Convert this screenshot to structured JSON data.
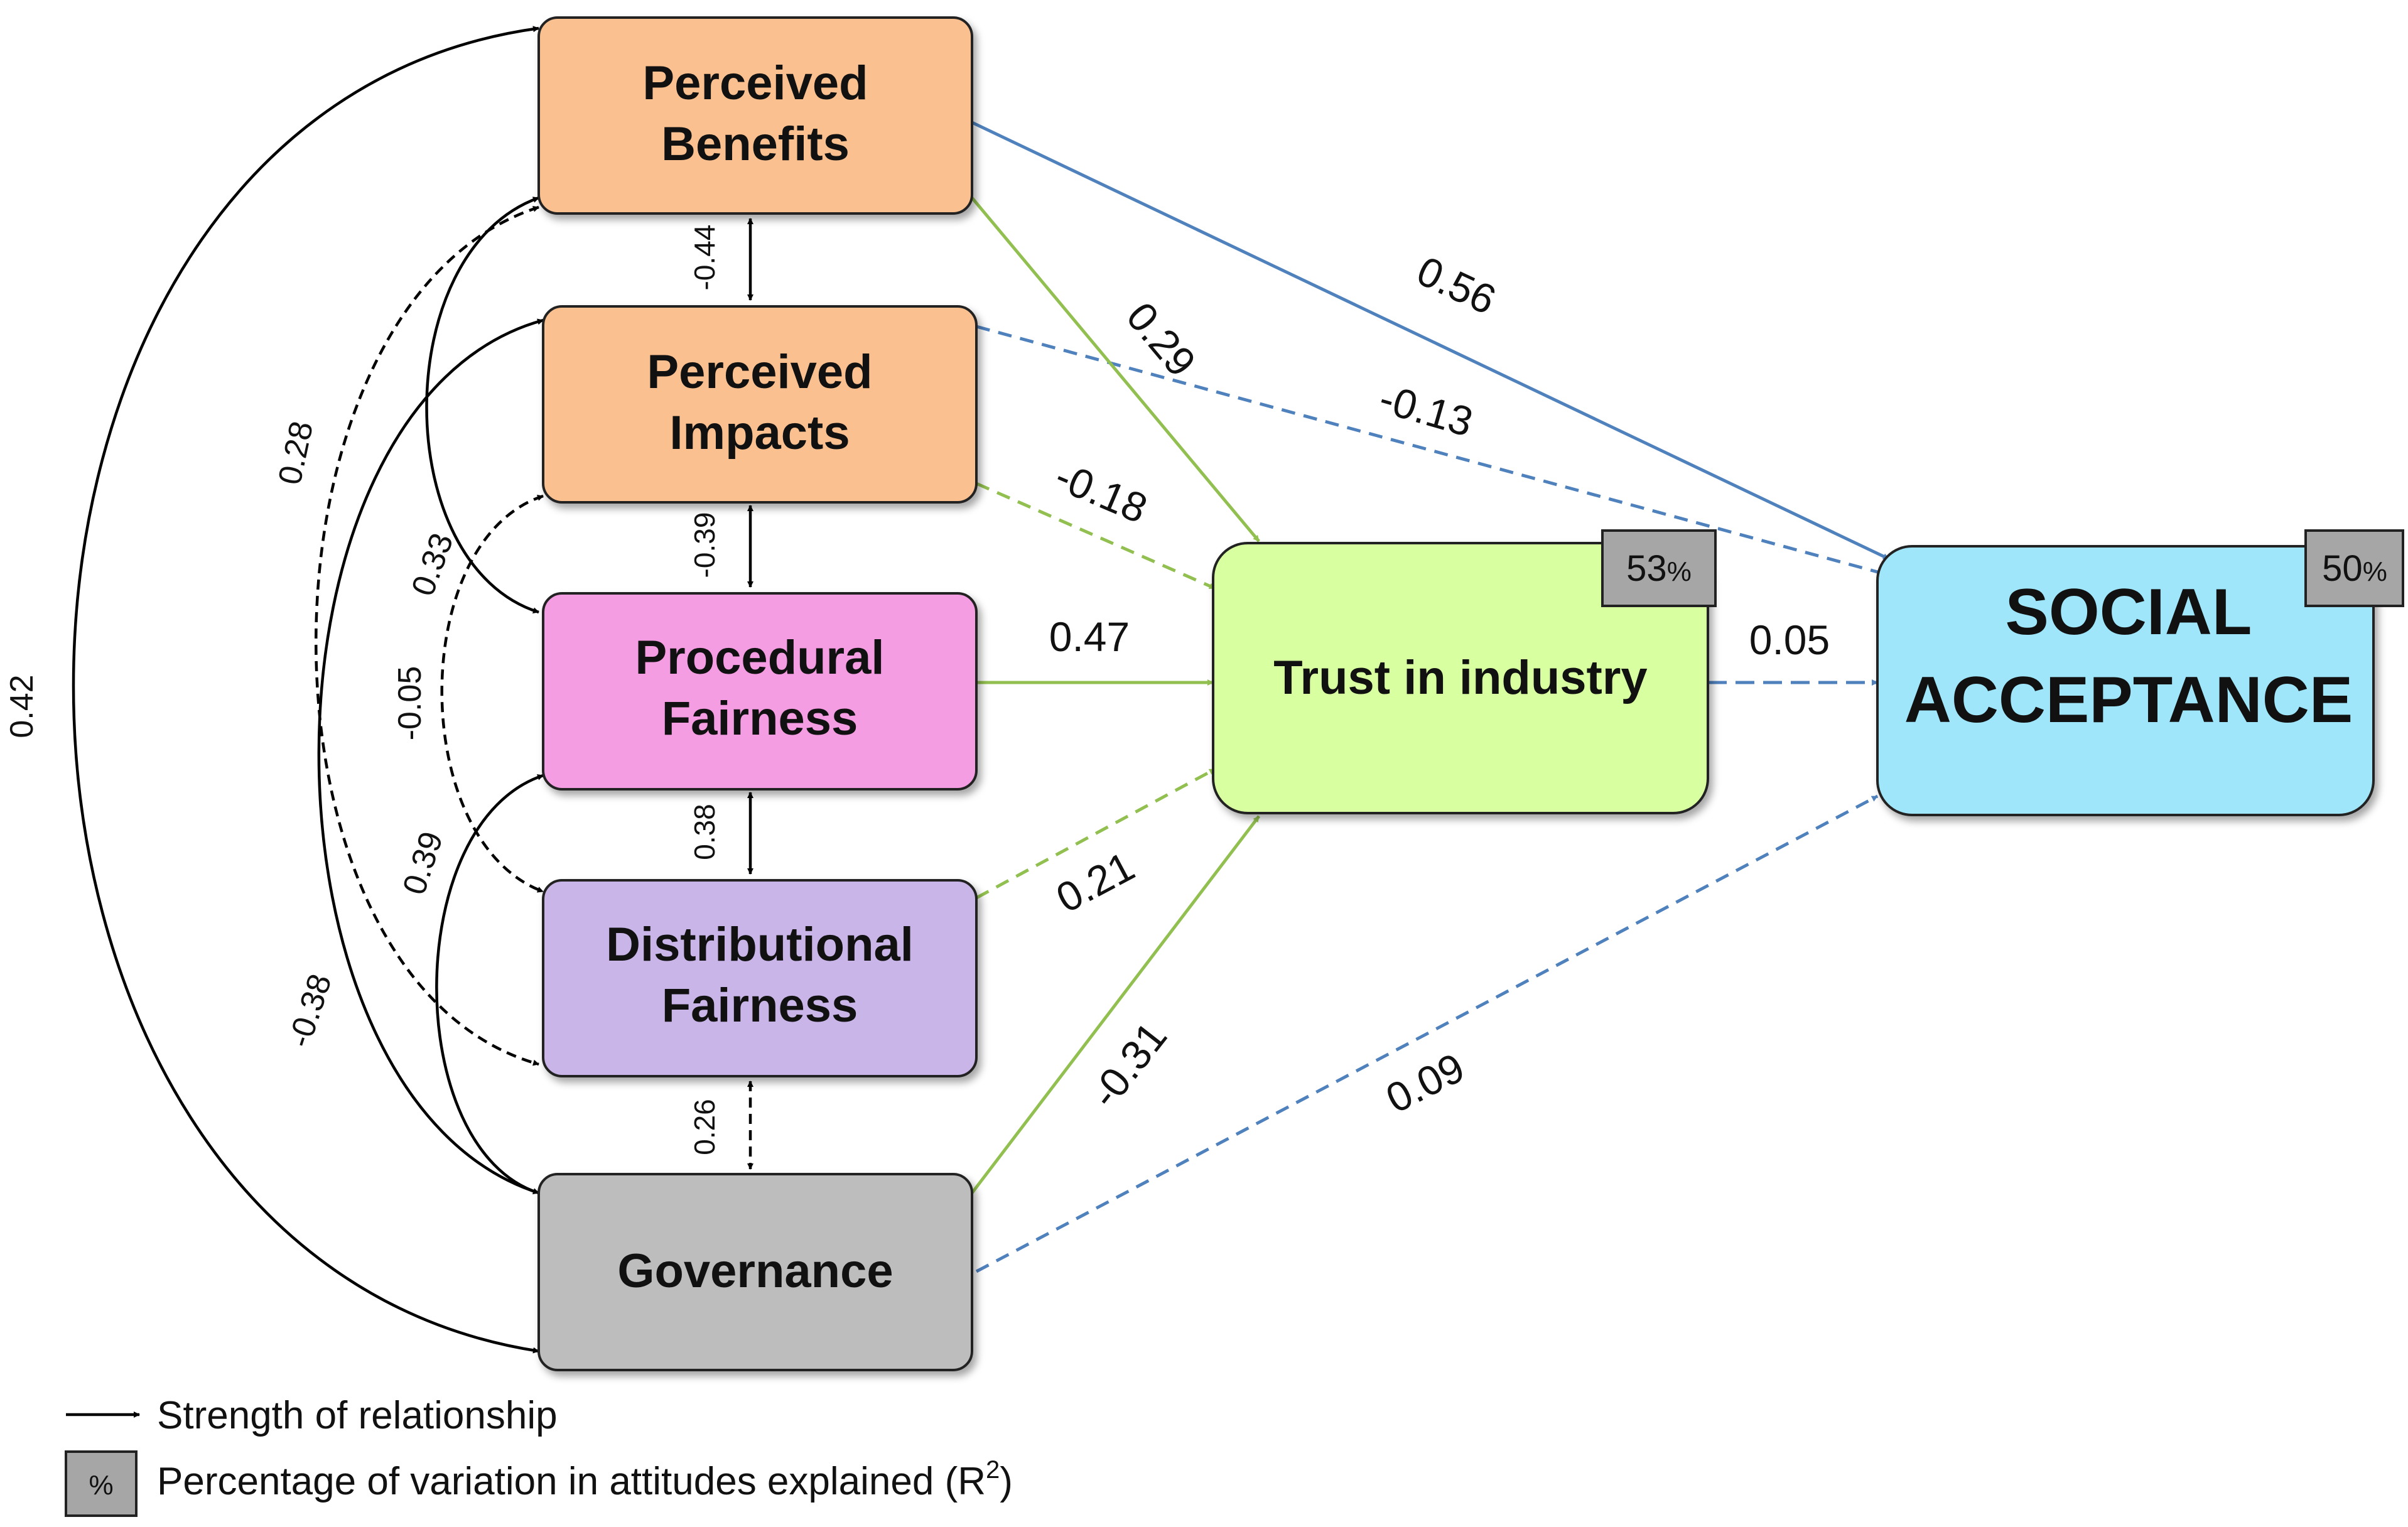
{
  "nodes": {
    "perceived_benefits": {
      "line1": "Perceived",
      "line2": "Benefits",
      "fill": "#FAC08F"
    },
    "perceived_impacts": {
      "line1": "Perceived",
      "line2": "Impacts",
      "fill": "#FAC08F"
    },
    "procedural_fairness": {
      "line1": "Procedural",
      "line2": "Fairness",
      "fill": "#F59DE2"
    },
    "distributional_fairness": {
      "line1": "Distributional",
      "line2": "Fairness",
      "fill": "#C9B5E8"
    },
    "governance": {
      "line1": "Governance",
      "fill": "#BDBDBD"
    },
    "trust": {
      "line1": "Trust in industry",
      "fill": "#D8FFA0",
      "r2": "53",
      "r2_unit": "%"
    },
    "social_acceptance": {
      "line1": "SOCIAL",
      "line2": "ACCEPTANCE",
      "fill": "#9FE6FA",
      "r2": "50",
      "r2_unit": "%"
    }
  },
  "paths": {
    "benefits_social": "0.56",
    "impacts_social": "-0.13",
    "benefits_trust": "0.29",
    "impacts_trust": "-0.18",
    "procedural_trust": "0.47",
    "distributional_trust": "0.21",
    "governance_trust": "-0.31",
    "trust_social": "0.05",
    "governance_social": "0.09"
  },
  "correlations": {
    "benefits_impacts": "-0.44",
    "impacts_procedural": "-0.39",
    "procedural_distributional": "0.38",
    "distributional_governance": "0.26",
    "benefits_governance": "0.42",
    "benefits_distributional": "0.28",
    "benefits_procedural": "0.33",
    "impacts_distributional": "-0.05",
    "procedural_governance": "0.39",
    "impacts_governance": "-0.38"
  },
  "legend": {
    "arrow_label": "Strength of relationship",
    "box_symbol": "%",
    "r2_label": "Percentage of variation in attitudes explained (R",
    "r2_sup": "2",
    "r2_close": ")"
  },
  "colors": {
    "green_arrow": "#92C050",
    "blue_arrow": "#4F81BD",
    "black_arrow": "#000000",
    "r2_box": "#A6A6A6"
  }
}
